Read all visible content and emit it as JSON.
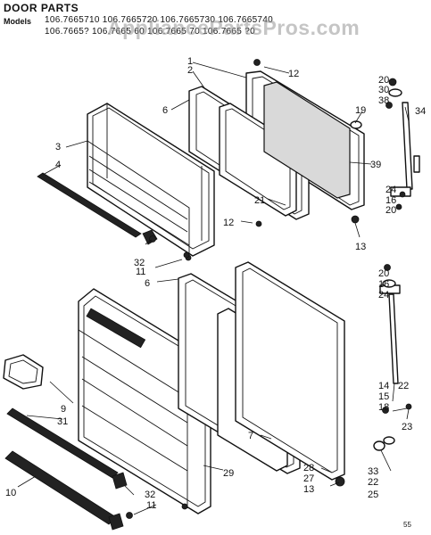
{
  "title": "DOOR PARTS",
  "models_label": "Models",
  "models_line1": "106.7665710  106.7665720  106.7665730  106.7665740",
  "models_line2": "106.7665?  106.7665 60  106.7665 70  106.7665 ?0",
  "watermark": "AppliancePartsPros.com",
  "page_number": "55",
  "callouts": {
    "c1": "1",
    "c2": "2",
    "c3": "3",
    "c4": "4",
    "c6a": "6",
    "c6b": "6",
    "c7": "7",
    "c9": "9",
    "c10": "10",
    "c11a": "11",
    "c11b": "11",
    "c12a": "12",
    "c12b": "12",
    "c13a": "13",
    "c13b": "13",
    "c14": "14",
    "c15": "15",
    "c16a": "16",
    "c16b": "16",
    "c18": "18",
    "c19": "19",
    "c20a": "20",
    "c20b": "20",
    "c20c": "20",
    "c21": "21",
    "c22a": "22",
    "c22b": "22",
    "c23": "23",
    "c24a": "24",
    "c24b": "24",
    "c25": "25",
    "c27": "27",
    "c28": "28",
    "c29": "29",
    "c30": "30",
    "c31": "31",
    "c32a": "32",
    "c32b": "32",
    "c33": "33",
    "c34": "34",
    "c38": "38",
    "c39": "39"
  }
}
